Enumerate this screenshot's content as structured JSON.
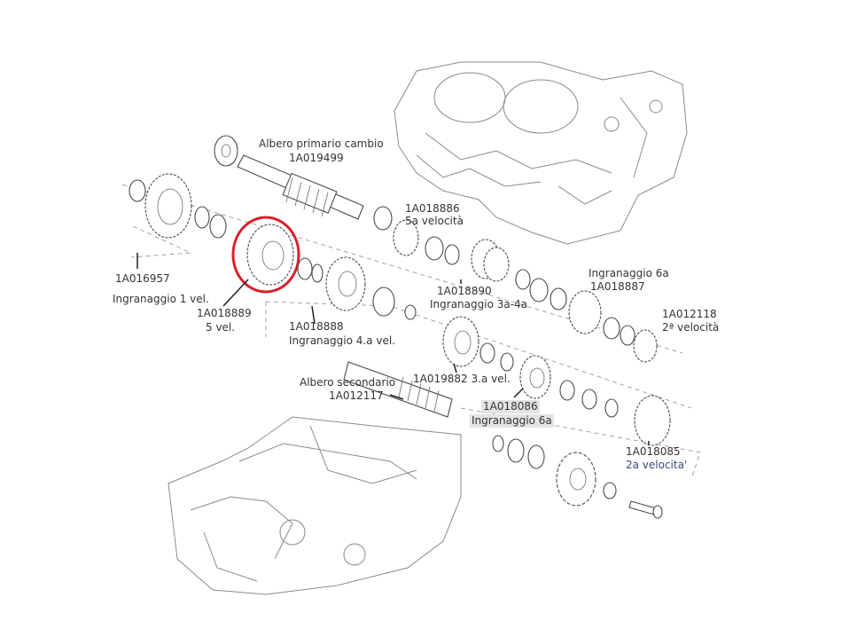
{
  "labels": {
    "albero_primario_title": "Albero primario cambio",
    "albero_primario_code": "1A019499",
    "p_1A018886_code": "1A018886",
    "p_1A018886_desc": "5a velocità",
    "p_1A016957_code": "1A016957",
    "p_1A016957_desc": "Ingranaggio 1 vel.",
    "p_1A018889_code": "1A018889",
    "p_1A018889_desc": "5 vel.",
    "p_1A018888_code": "1A018888",
    "p_1A018888_desc": "Ingranaggio 4.a vel.",
    "p_1A018890_code": "1A018890",
    "p_1A018890_desc": "Ingranaggio 3a-4a",
    "p_1A018887_title": "Ingranaggio 6a",
    "p_1A018887_code": "1A018887",
    "p_1A012118_code": "1A012118",
    "p_1A012118_desc": "2ª velocità",
    "albero_secondario_title": "Albero secondario",
    "albero_secondario_code": "1A012117",
    "p_1A019882": "1A019882  3.a vel.",
    "p_1A018086_code": "1A018086",
    "p_1A018086_desc": "Ingranaggio 6a",
    "p_1A018085_code": "1A018085",
    "p_1A018085_desc": "2a velocita'"
  },
  "highlight_color": "#d9202a"
}
